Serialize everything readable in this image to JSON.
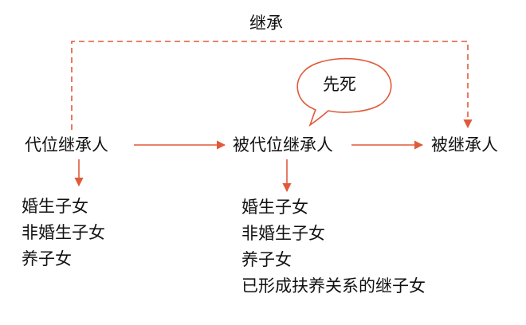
{
  "labels": {
    "inheritance": "继承",
    "predeceased": "先死",
    "representative_heir": "代位继承人",
    "represented_heir": "被代位继承人",
    "decedent": "被继承人"
  },
  "representative_heir_list": [
    "婚生子女",
    "非婚生子女",
    "养子女"
  ],
  "represented_heir_list": [
    "婚生子女",
    "非婚生子女",
    "养子女",
    "已形成扶养关系的继子女"
  ],
  "colors": {
    "accent": "#e05a3a",
    "text": "#111111",
    "background": "#ffffff"
  }
}
